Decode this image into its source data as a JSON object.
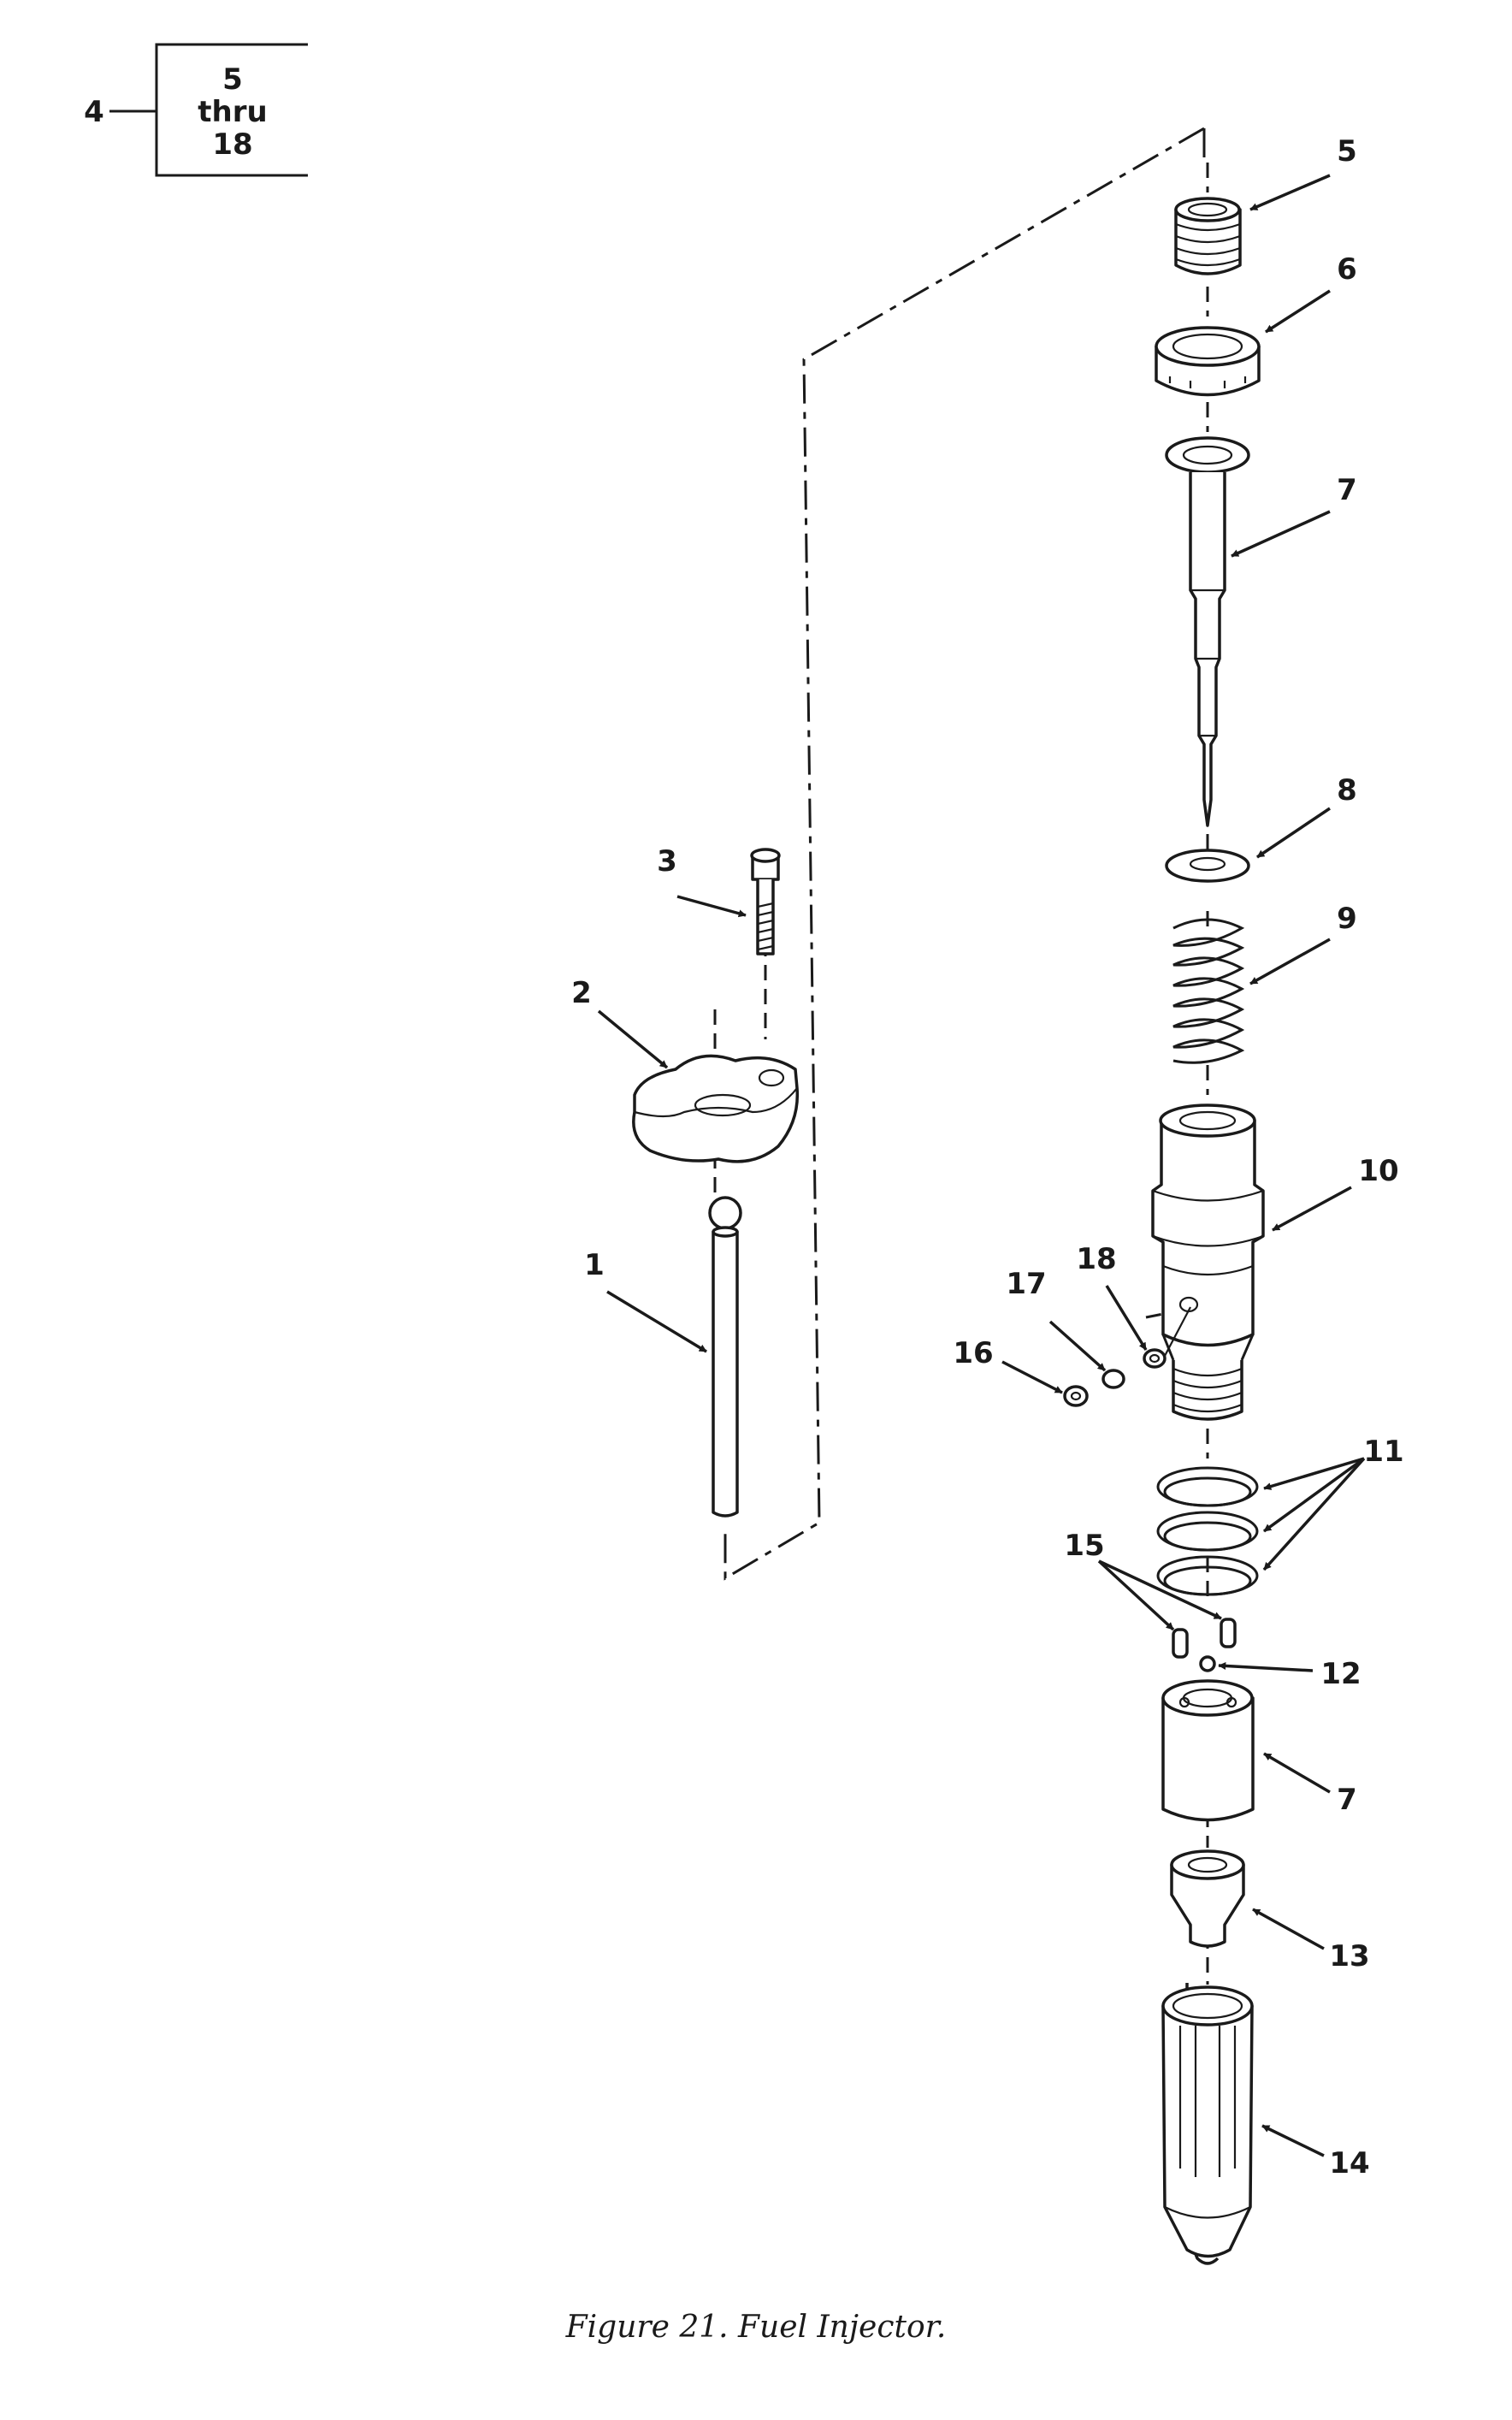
{
  "figure": {
    "caption": "Figure 21. Fuel Injector.",
    "index_box": {
      "callout": "4",
      "line1": "5",
      "line2": "thru",
      "line3": "18"
    },
    "callouts": [
      {
        "id": "c1",
        "label": "1"
      },
      {
        "id": "c2",
        "label": "2"
      },
      {
        "id": "c3",
        "label": "3"
      },
      {
        "id": "c5",
        "label": "5"
      },
      {
        "id": "c6",
        "label": "6"
      },
      {
        "id": "c7a",
        "label": "7"
      },
      {
        "id": "c8",
        "label": "8"
      },
      {
        "id": "c9",
        "label": "9"
      },
      {
        "id": "c10",
        "label": "10"
      },
      {
        "id": "c11",
        "label": "11"
      },
      {
        "id": "c12",
        "label": "12"
      },
      {
        "id": "c7b",
        "label": "7"
      },
      {
        "id": "c13",
        "label": "13"
      },
      {
        "id": "c14",
        "label": "14"
      },
      {
        "id": "c15",
        "label": "15"
      },
      {
        "id": "c16",
        "label": "16"
      },
      {
        "id": "c17",
        "label": "17"
      },
      {
        "id": "c18",
        "label": "18"
      }
    ]
  }
}
